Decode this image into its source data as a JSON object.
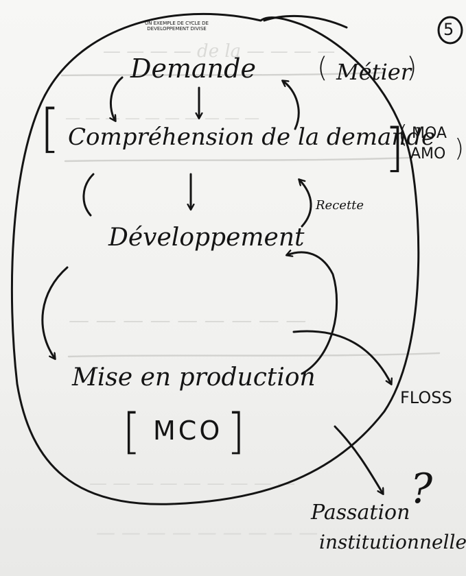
{
  "diagram": {
    "page_number": "5",
    "caption": "UN EXEMPLE DE CYCLE DE DEVELOPPEMENT DIVISE",
    "nodes": {
      "demande": "Demande",
      "comprehension": "Compréhension de la demande",
      "developpement": "Développement",
      "mise_en_production": "Mise en production",
      "mco": "MCO",
      "metier": "Métier",
      "moa": "MOA",
      "amo": "AMO",
      "recette": "Recette",
      "floss": "FLOSS",
      "question": "?",
      "passation_line1": "Passation",
      "passation_line2": "institutionnelle"
    },
    "edges": [
      {
        "from": "Demande",
        "to": "Compréhension de la demande"
      },
      {
        "from": "Compréhension de la demande",
        "to": "Développement"
      },
      {
        "from": "Développement",
        "to": "Mise en production"
      },
      {
        "from": "Mise en production",
        "to": "Développement"
      },
      {
        "from": "Compréhension de la demande",
        "to": "Demande"
      },
      {
        "from": "Développement",
        "to": "Compréhension de la demande"
      },
      {
        "from": "Développement",
        "to": "FLOSS"
      },
      {
        "from": "Mise en production",
        "to": "Passation institutionnelle"
      }
    ]
  }
}
